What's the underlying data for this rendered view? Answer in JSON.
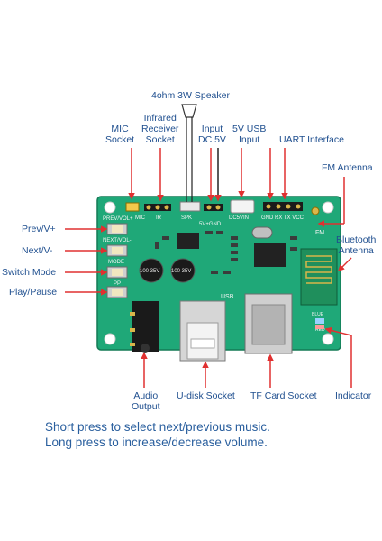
{
  "labels": {
    "speaker": "4ohm 3W Speaker",
    "mic": [
      "MIC",
      "Socket"
    ],
    "infrared": [
      "Infrared",
      "Receiver",
      "Socket"
    ],
    "input": [
      "Input",
      "DC 5V"
    ],
    "usb5v": [
      "5V USB",
      "Input"
    ],
    "uart": "UART Interface",
    "fm": "FM Antenna",
    "bluetooth": [
      "Bluetooth",
      "Antenna"
    ],
    "prev": "Prev/V+",
    "next": "Next/V-",
    "mode": "Switch Mode",
    "play": "Play/Pause",
    "audio": [
      "Audio",
      "Output"
    ],
    "udisk": "U-disk Socket",
    "tf": "TF Card Socket",
    "indicator": "Indicator"
  },
  "board_text": {
    "prev": "PREV/VOL+",
    "next": "NEXT/VOL-",
    "mode": "MODE",
    "pp": "PP",
    "mic": "MIC",
    "ir": "IR",
    "spk": "SPK",
    "power": "5V+GND",
    "usbin": "DC5VIN",
    "uart": "GND RX TX VCC",
    "fm": "FM",
    "cap": "100 35V",
    "usb": "USB",
    "blue": "BLUE",
    "red": "RED"
  },
  "notes": {
    "line1": "Short press to select next/previous music.",
    "line2": "Long press to increase/decrease volume."
  },
  "colors": {
    "arrow": "#e03030",
    "board": "#1fa878",
    "label": "#1f4f8f"
  }
}
